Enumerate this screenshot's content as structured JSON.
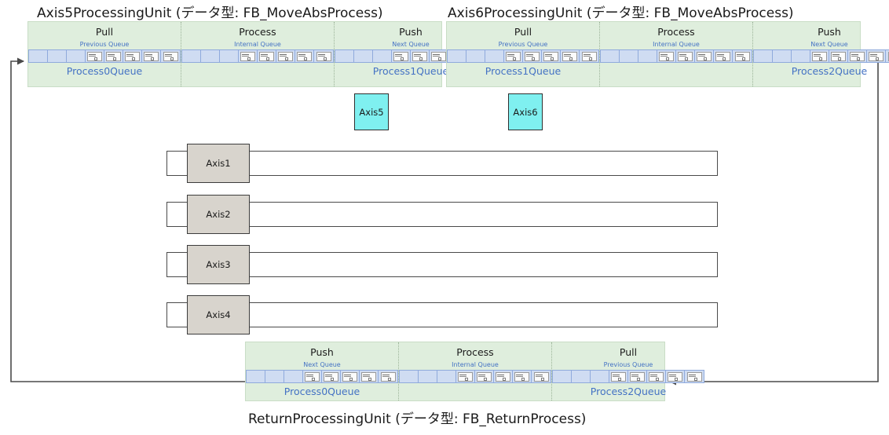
{
  "units": [
    {
      "id": "axis5",
      "title": "Axis5ProcessingUnit (データ型: FB_MoveAbsProcess)",
      "columns": [
        {
          "stage": "Pull",
          "queue_label": "Previous Queue",
          "queue_name": "Process0Queue",
          "empty_cells": 3,
          "filled_cells": 5
        },
        {
          "stage": "Process",
          "queue_label": "Internal Queue",
          "queue_name": "",
          "empty_cells": 3,
          "filled_cells": 5
        },
        {
          "stage": "Push",
          "queue_label": "Next Queue",
          "queue_name": "Process1Queue",
          "empty_cells": 3,
          "filled_cells": 5
        }
      ]
    },
    {
      "id": "axis6",
      "title": "Axis6ProcessingUnit (データ型: FB_MoveAbsProcess)",
      "columns": [
        {
          "stage": "Pull",
          "queue_label": "Previous Queue",
          "queue_name": "Process1Queue",
          "empty_cells": 3,
          "filled_cells": 5
        },
        {
          "stage": "Process",
          "queue_label": "Internal Queue",
          "queue_name": "",
          "empty_cells": 3,
          "filled_cells": 5
        },
        {
          "stage": "Push",
          "queue_label": "Next Queue",
          "queue_name": "Process2Queue",
          "empty_cells": 3,
          "filled_cells": 5
        }
      ]
    },
    {
      "id": "return",
      "title": "ReturnProcessingUnit (データ型: FB_ReturnProcess)",
      "columns": [
        {
          "stage": "Push",
          "queue_label": "Next Queue",
          "queue_name": "Process0Queue",
          "empty_cells": 3,
          "filled_cells": 5
        },
        {
          "stage": "Process",
          "queue_label": "Internal Queue",
          "queue_name": "",
          "empty_cells": 3,
          "filled_cells": 5
        },
        {
          "stage": "Pull",
          "queue_label": "Previous Queue",
          "queue_name": "Process2Queue",
          "empty_cells": 3,
          "filled_cells": 5
        }
      ]
    }
  ],
  "axis_fbs": [
    {
      "label": "Axis5"
    },
    {
      "label": "Axis6"
    }
  ],
  "axis_rows": [
    {
      "label": "Axis1"
    },
    {
      "label": "Axis2"
    },
    {
      "label": "Axis3"
    },
    {
      "label": "Axis4"
    }
  ],
  "connector_icons": {
    "bidirectional": "double-arrow-icon",
    "left_feedback": "arrow-left-feedback",
    "right_feedback": "arrow-right-feedback"
  },
  "colors": {
    "unit_fill": "#dfeedd",
    "unit_border": "#c9ddc6",
    "queue_fill": "#cfdcf2",
    "queue_border": "#8faadc",
    "queue_text": "#4472c4",
    "axis_fb_fill": "#7ff0f0",
    "axis_block_fill": "#d8d4cd",
    "line": "#4a4a4a"
  }
}
